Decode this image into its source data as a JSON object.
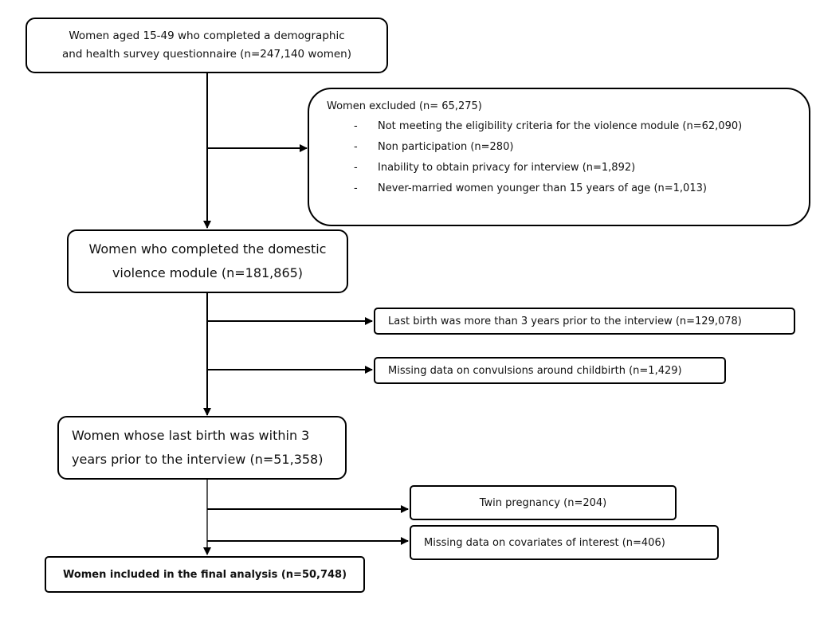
{
  "flowchart": {
    "start": {
      "lines": [
        "Women aged 15-49 who completed a demographic",
        "and health survey questionnaire (n=247,140 women)"
      ]
    },
    "excluded": {
      "title": "Women excluded (n= 65,275)",
      "items": [
        "Not meeting the eligibility criteria for the violence module (n=62,090)",
        "Non participation (n=280)",
        "Inability to obtain privacy for interview (n=1,892)",
        "Never-married women younger than 15 years of age (n=1,013)"
      ],
      "bullet": "-"
    },
    "dv_module": {
      "lines": [
        "Women who completed the domestic",
        "violence module (n=181,865)"
      ]
    },
    "excl_last_birth": "Last birth was more than 3 years prior to the interview (n=129,078)",
    "excl_convulsions": "Missing data on convulsions around childbirth (n=1,429)",
    "within_3_years": {
      "lines": [
        "Women whose last birth was within 3",
        "years prior to the interview (n=51,358)"
      ]
    },
    "excl_twin": "Twin pregnancy (n=204)",
    "excl_covariates": "Missing data on covariates of interest (n=406)",
    "final": "Women included in the final analysis (n=50,748)"
  }
}
